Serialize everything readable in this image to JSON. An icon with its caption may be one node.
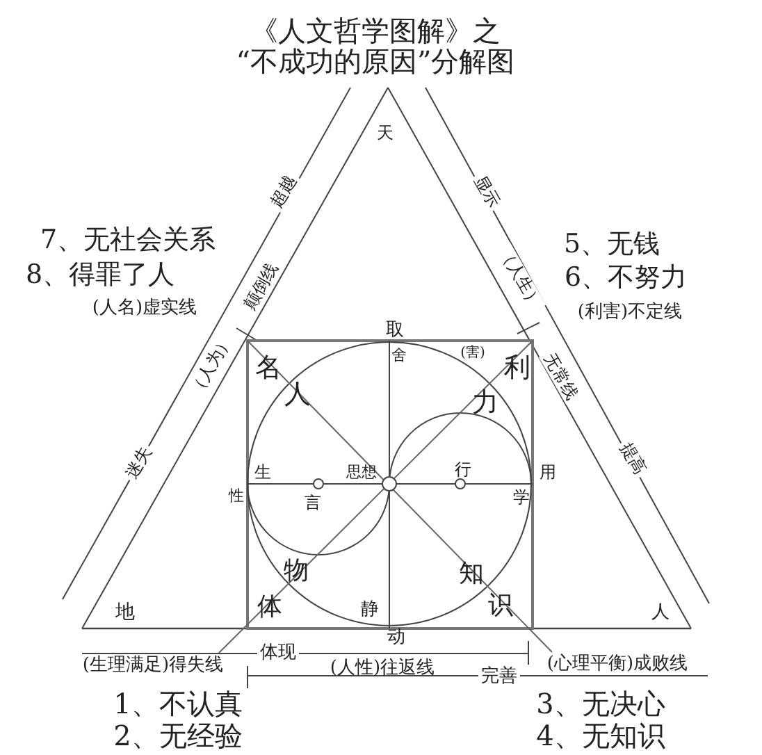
{
  "diagram": {
    "labels": [
      "《人文哲学图解》之",
      "“不成功的原因”分解图",
      "天",
      "超越",
      "显示",
      "7、无社会关系",
      "8、得罪了人",
      "(人名)虚实线",
      "5、无钱",
      "6、不努力",
      "(利害)不定线",
      "颠倒线",
      "（人生）",
      "（人为）",
      "无常线",
      "取",
      "舍",
      "(害)",
      "名",
      "利",
      "人",
      "力",
      "迷失",
      "提高",
      "生",
      "思想",
      "行",
      "用",
      "性",
      "言",
      "学",
      "物",
      "知",
      "地",
      "体",
      "静",
      "识",
      "人",
      "动",
      "体现",
      "(生理满足)得失线",
      "(人性)往返线",
      "(心理平衡)成败线",
      "完善",
      "1、不认真",
      "3、无决心",
      "2、无经验",
      "4、无知识"
    ]
  }
}
